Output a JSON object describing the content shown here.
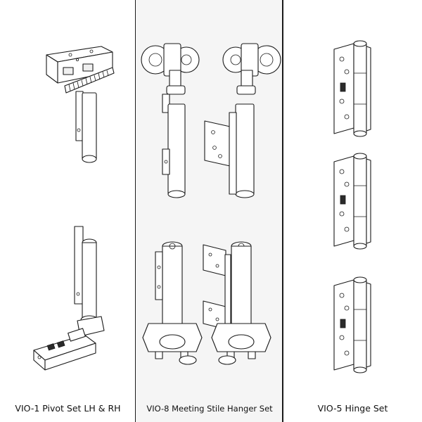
{
  "products": [
    {
      "label": "VIO-1 Pivot Set LH & RH"
    },
    {
      "label": "VIO-8 Meeting Stile Hanger Set"
    },
    {
      "label": "VIO-5 Hinge Set"
    }
  ],
  "colors": {
    "background": "#ffffff",
    "middle_panel": "#f5f5f5",
    "divider": "#1a1a1a",
    "line_art": "#1a1a1a"
  },
  "icons": [
    "top-pivot-icon",
    "bottom-pivot-icon",
    "hanger-icon",
    "floor-guide-icon",
    "butt-hinge-icon"
  ]
}
